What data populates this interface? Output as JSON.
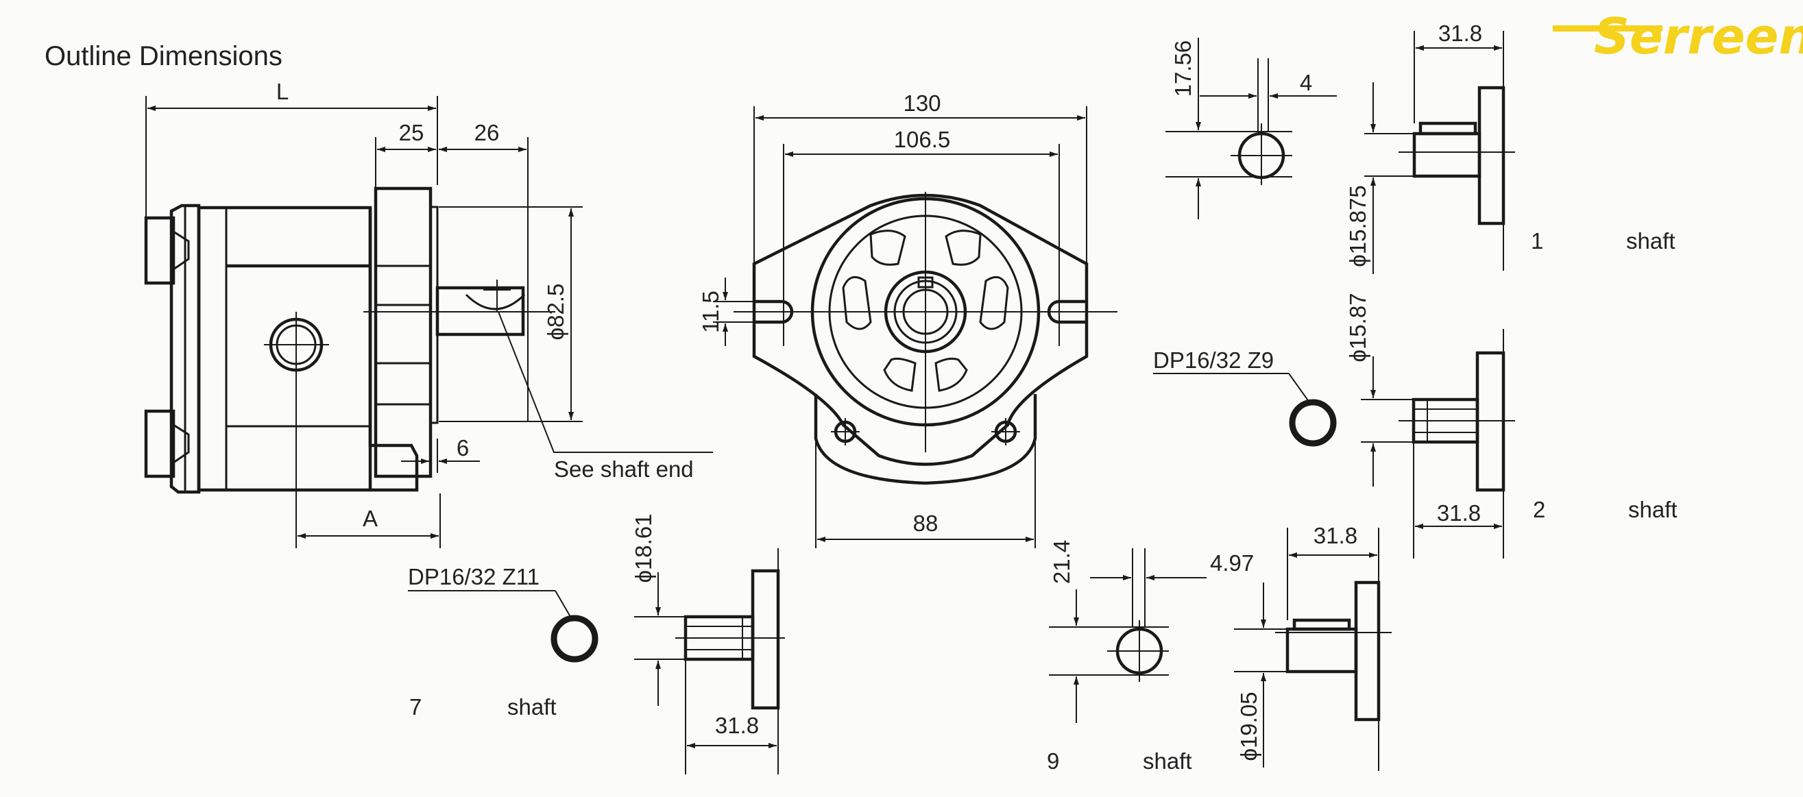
{
  "title": "Outline Dimensions",
  "logo": {
    "text": "Serreen",
    "color": "#f5d21d"
  },
  "main_view": {
    "L": "L",
    "d25": "25",
    "d26": "26",
    "d825": "ϕ82.5",
    "d6": "6",
    "A": "A",
    "see_shaft_end": "See shaft end"
  },
  "front_view": {
    "d130": "130",
    "d1065": "106.5",
    "d115": "11.5",
    "d88": "88"
  },
  "shaft1": {
    "d1756": "17.56",
    "d4": "4",
    "d318": "31.8",
    "d15875": "ϕ15.875",
    "num": "1",
    "label": "shaft"
  },
  "shaft2": {
    "d1587": "ϕ15.87",
    "spline": "DP16/32 Z9",
    "d318": "31.8",
    "num": "2",
    "label": "shaft"
  },
  "shaft7": {
    "spline": "DP16/32 Z11",
    "d1861": "ϕ18.61",
    "d318": "31.8",
    "num": "7",
    "label": "shaft"
  },
  "shaft9": {
    "d214": "21.4",
    "d497": "4.97",
    "d318": "31.8",
    "d1905": "ϕ19.05",
    "num": "9",
    "label": "shaft"
  }
}
